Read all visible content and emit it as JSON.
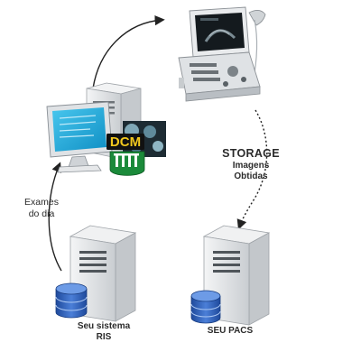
{
  "labels": {
    "dcm_badge": "DCM",
    "exames_line1": "Exames",
    "exames_line2": "do dia",
    "storage_title": "STORAGE",
    "storage_line2": "Imagens",
    "storage_line3": "Obtidas",
    "ris_line1": "Seu sistema",
    "ris_line2": "RIS",
    "pacs_label": "SEU PACS"
  },
  "colors": {
    "monitor_screen": "#1aa7d8",
    "database": "#2f5fb8",
    "server_body": "#e4e7ea",
    "dcm_badge_bg": "#111111",
    "dcm_badge_text": "#f2c81e",
    "arrow": "#222222"
  }
}
